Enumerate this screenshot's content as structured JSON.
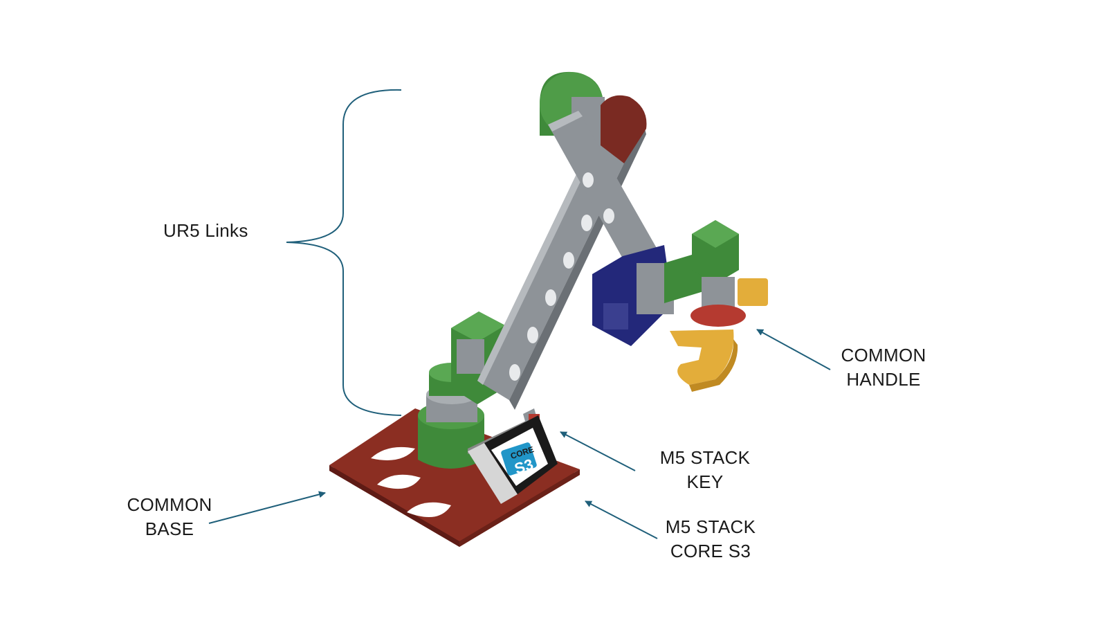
{
  "labels": {
    "ur5_links": "UR5 Links",
    "common_handle": [
      "COMMON",
      "HANDLE"
    ],
    "m5_stack_key": [
      "M5 STACK",
      "KEY"
    ],
    "m5_stack_core": [
      "M5 STACK",
      "CORE S3"
    ],
    "common_base": [
      "COMMON",
      "BASE"
    ]
  },
  "screen": {
    "line1": "CORE",
    "line2": "S3"
  },
  "colors": {
    "annotation": "#1f5f7a",
    "base_plate": "#8b2e22",
    "motor_housing": "#3f8a3a",
    "aluminum_link": "#8e9398",
    "handle": "#e3ad3a",
    "bracket_blue": "#23287a",
    "end_cap_red": "#7a2a22"
  }
}
